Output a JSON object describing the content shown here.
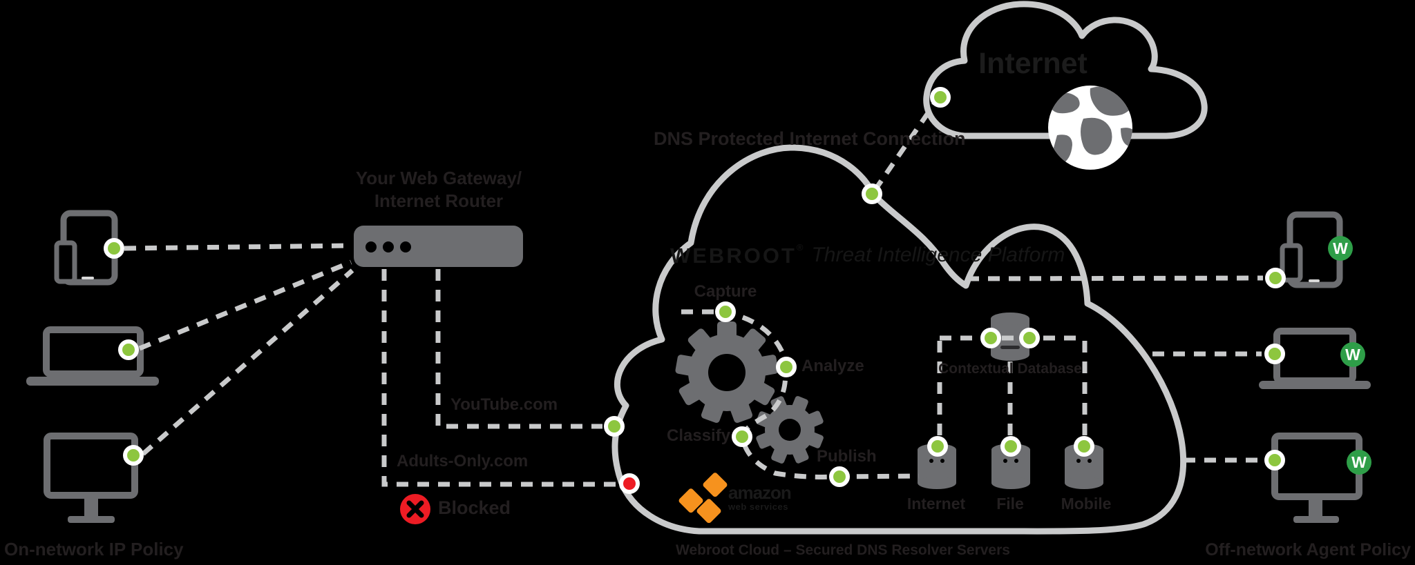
{
  "colors": {
    "background": "#000000",
    "cloud_outline": "#c9cacb",
    "device_gray": "#6d6e71",
    "dot_green": "#8dc63f",
    "badge_green": "#2e9e48",
    "alert_red": "#ed1c24",
    "aws_orange": "#f6921e",
    "text_dark": "#231f20"
  },
  "internet_cloud": {
    "label": "Internet"
  },
  "connection": {
    "label": "DNS Protected Internet Connection"
  },
  "gateway": {
    "line1": "Your Web Gateway/",
    "line2": "Internet Router"
  },
  "platform": {
    "brand": "WEBROOT",
    "reg": "®",
    "title": "Threat Intelligence Platform",
    "steps": {
      "capture": "Capture",
      "analyze": "Analyze",
      "classify": "Classify",
      "publish": "Publish"
    },
    "contextual_database": "Contextual Database",
    "servers": [
      "Internet",
      "File",
      "Mobile"
    ],
    "aws": {
      "line1": "amazon",
      "line2": "web services"
    }
  },
  "requests": {
    "allowed_domain": "YouTube.com",
    "blocked_domain": "Adults-Only.com",
    "blocked_status": "Blocked"
  },
  "footers": {
    "left": "On-network IP Policy",
    "center": "Webroot Cloud – Secured DNS Resolver Servers",
    "right": "Off-network Agent Policy"
  },
  "badge": {
    "letter": "W"
  }
}
